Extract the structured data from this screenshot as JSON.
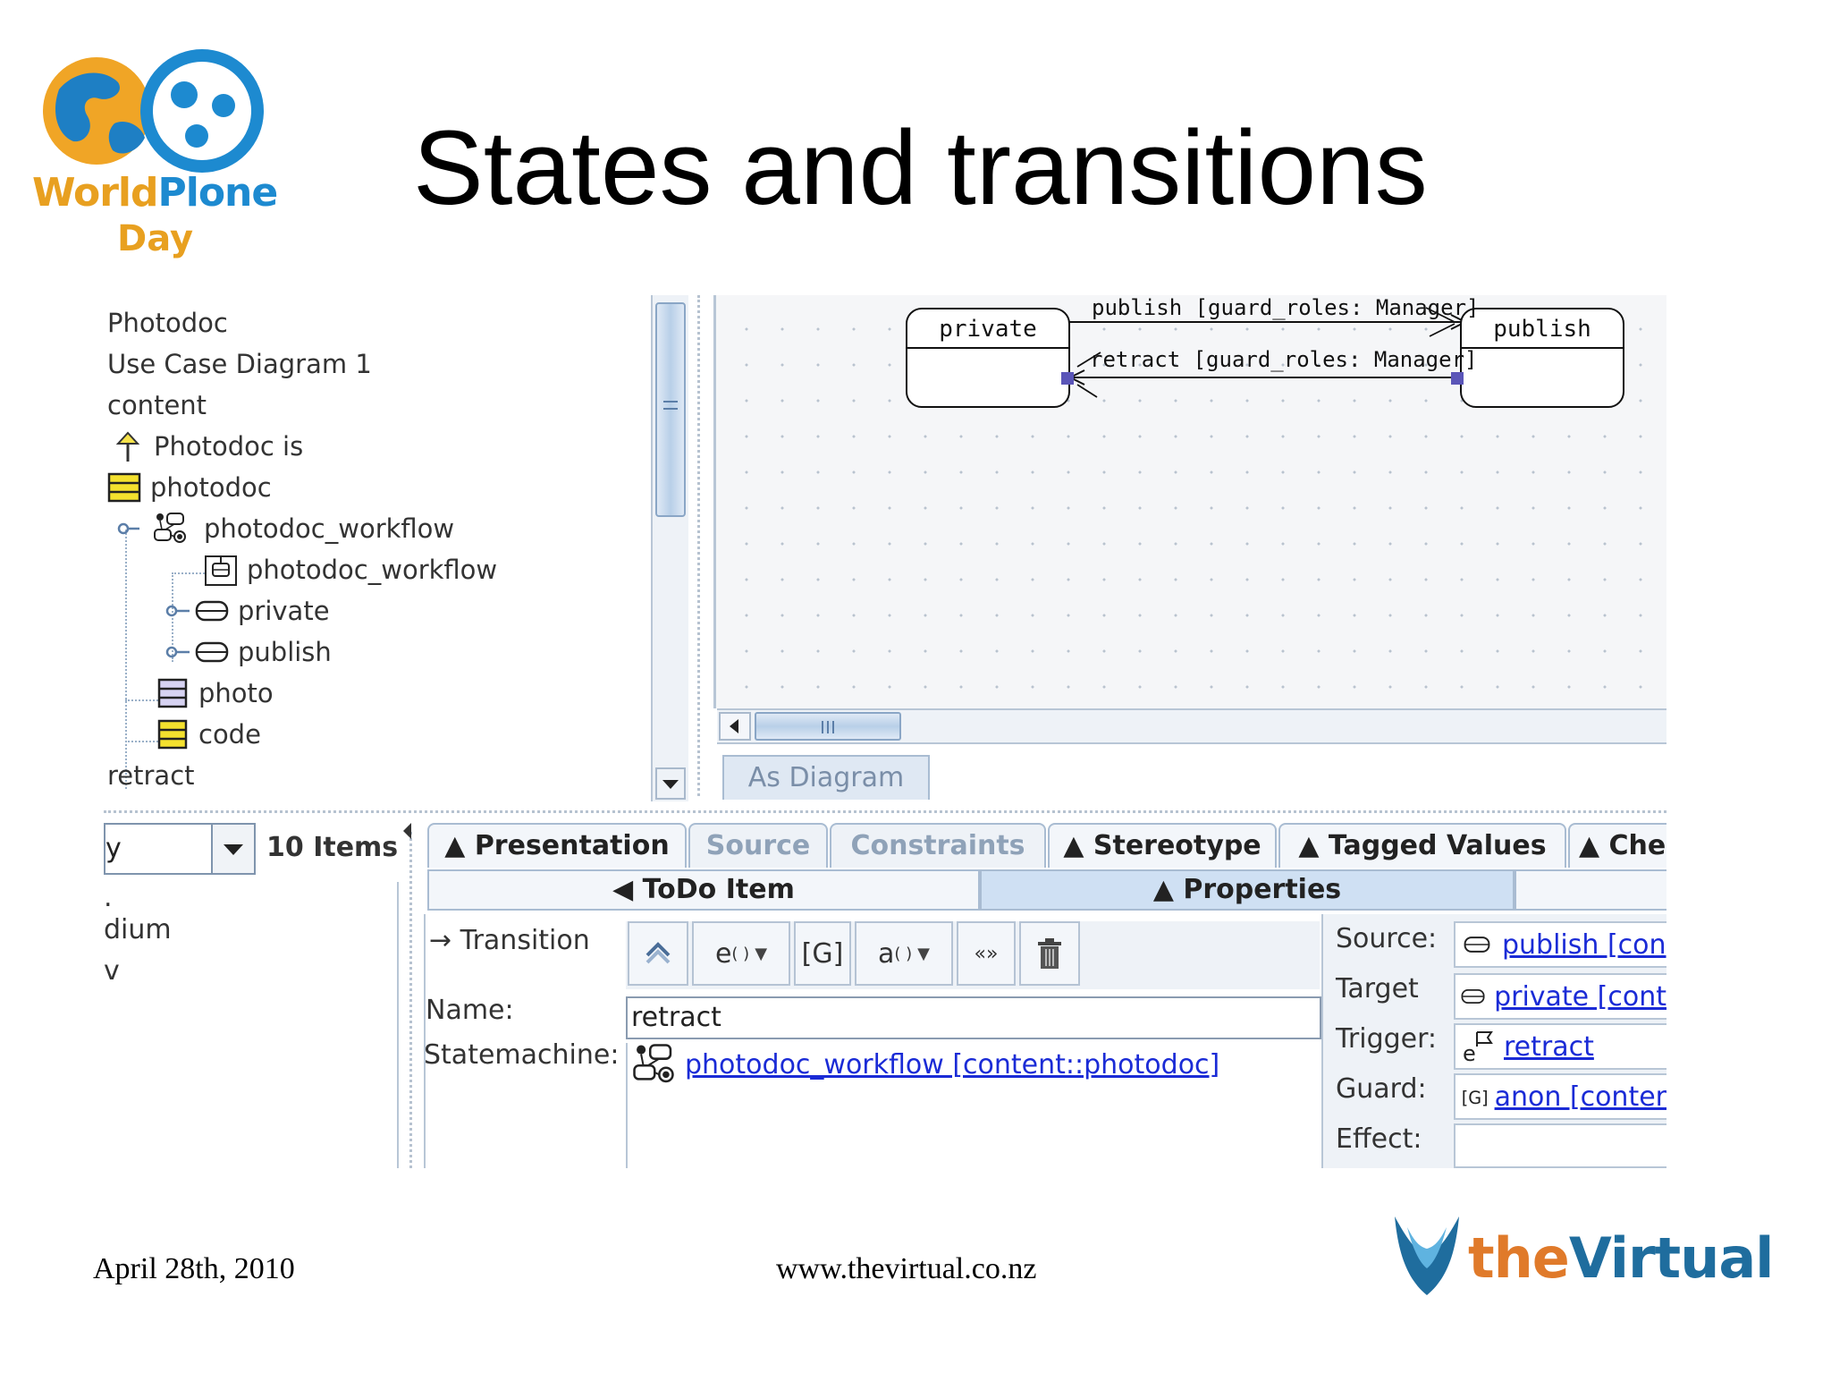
{
  "slide": {
    "title": "States and transitions",
    "logo_left": {
      "world": "World",
      "plone": "Plone",
      "day": "Day"
    },
    "footer": {
      "date": "April 28th, 2010",
      "url": "www.thevirtual.co.nz"
    },
    "logo_right": {
      "the": "the",
      "virtual": "Virtual"
    }
  },
  "tree": {
    "items": [
      {
        "label": "Photodoc",
        "icon": "none"
      },
      {
        "label": "Use Case Diagram 1",
        "icon": "none"
      },
      {
        "label": "content",
        "icon": "none"
      },
      {
        "label": "Photodoc is",
        "icon": "generalization-arrow-icon"
      },
      {
        "label": "photodoc",
        "icon": "class-icon"
      },
      {
        "label": "photodoc_workflow",
        "icon": "statemachine-icon"
      },
      {
        "label": "photodoc_workflow",
        "icon": "state-diagram-icon"
      },
      {
        "label": "private",
        "icon": "state-icon"
      },
      {
        "label": "publish",
        "icon": "state-icon"
      },
      {
        "label": "photo",
        "icon": "class-icon"
      },
      {
        "label": "code",
        "icon": "class-icon"
      },
      {
        "label": "retract",
        "icon": "none"
      }
    ]
  },
  "diagram": {
    "states": [
      "private",
      "publish"
    ],
    "transitions": [
      {
        "label": "publish [guard_roles: Manager]"
      },
      {
        "label": "retract [guard_roles: Manager]"
      }
    ],
    "tab_label": "As Diagram"
  },
  "todo": {
    "combo_value": "y",
    "count_label": "10 Items",
    "items": [
      ".",
      "dium",
      "v"
    ]
  },
  "properties": {
    "tabs_row1": [
      {
        "label": "▲ Presentation",
        "dim": false
      },
      {
        "label": "Source",
        "dim": true
      },
      {
        "label": "Constraints",
        "dim": true
      },
      {
        "label": "▲ Stereotype",
        "dim": false
      },
      {
        "label": "▲ Tagged Values",
        "dim": false
      },
      {
        "label": "▲ Che",
        "dim": false
      }
    ],
    "tabs_row2": [
      {
        "label": "◀ ToDo Item",
        "active": false
      },
      {
        "label": "▲ Properties",
        "active": true
      }
    ],
    "element_type": "→ Transition",
    "toolbar": [
      {
        "icon": "navigate-up-icon",
        "text": "",
        "dropdown": false
      },
      {
        "icon": "new-event-icon",
        "text": "e",
        "dropdown": true
      },
      {
        "icon": "new-guard-icon",
        "text": "[G]",
        "dropdown": false
      },
      {
        "icon": "new-action-icon",
        "text": "a",
        "dropdown": true
      },
      {
        "icon": "new-stereotype-icon",
        "text": "«»",
        "dropdown": false
      },
      {
        "icon": "delete-icon",
        "text": "",
        "dropdown": false
      }
    ],
    "name_label": "Name:",
    "name_value": "retract",
    "statemachine_label": "Statemachine:",
    "statemachine_value": "photodoc_workflow [content::photodoc]",
    "right": {
      "source_label": "Source:",
      "source_value": "publish [con",
      "target_label": "Target",
      "target_value": "private [cont",
      "trigger_label": "Trigger:",
      "trigger_value": "retract",
      "guard_label": "Guard:",
      "guard_value": "anon [conter",
      "effect_label": "Effect:"
    }
  },
  "colors": {
    "link": "#1a2bd6",
    "panel_border": "#a9bcd2",
    "selected_tab": "#cfe0f3",
    "handle": "#5a55b8",
    "brand_orange": "#e8a020",
    "brand_blue": "#1d8ad0"
  }
}
